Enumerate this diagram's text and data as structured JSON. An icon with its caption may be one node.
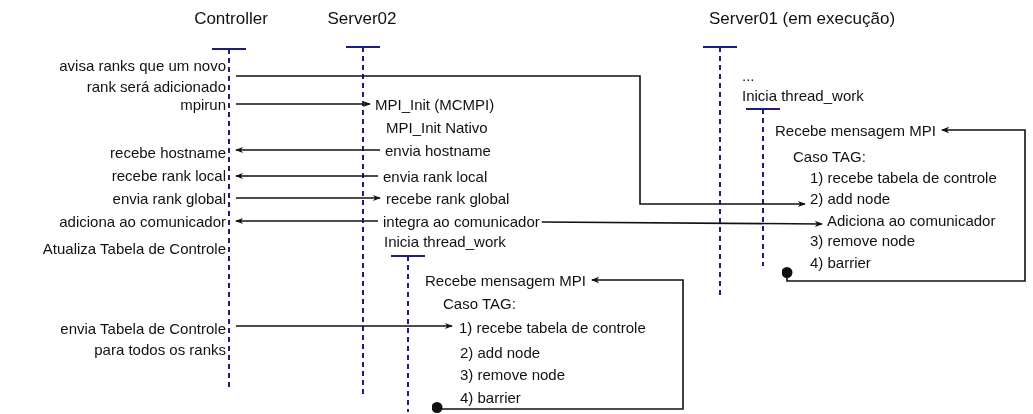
{
  "diagram": {
    "nodes": [
      {
        "text": [
          "avisa ranks que um novo rank será adicionado"
        ]
      },
      {
        "text": [
          "mpirun"
        ]
      },
      {
        "text": [
          "MPI_Init (MCMPI)"
        ]
      },
      {
        "text": [
          "recebe hostname"
        ]
      },
      {
        "text": [
          "envia hostname"
        ]
      },
      {
        "text": [
          "recebe rank local"
        ]
      },
      {
        "text": [
          "envia rank local"
        ]
      },
      {
        "text": [
          "envia rank global"
        ]
      },
      {
        "text": [
          "recebe rank global"
        ]
      },
      {
        "text": [
          "adiciona ao comunicador"
        ]
      },
      {
        "text": [
          "integra ao comunicador"
        ]
      },
      {
        "text": [
          "Adiciona ao comunicador"
        ]
      },
      {
        "text": [
          "Recebe mensagem MPI"
        ]
      },
      {
        "text": [
          "2) add node"
        ]
      },
      {
        "text": [
          "4) barrier"
        ]
      },
      {
        "text": [
          "envia Tabela de Controle para todos os ranks"
        ]
      },
      {
        "text": [
          "Recebe mensagem MPI"
        ]
      },
      {
        "text": [
          "1) recebe tabela de controle"
        ]
      },
      {
        "text": [
          "4) barrier"
        ]
      }
    ],
    "edges": [
      {
        "from": 0,
        "to": 13,
        "arrow": "to"
      },
      {
        "from": 1,
        "to": 2,
        "arrow": "to"
      },
      {
        "from": 4,
        "to": 3,
        "arrow": "to"
      },
      {
        "from": 6,
        "to": 5,
        "arrow": "to"
      },
      {
        "from": 7,
        "to": 8,
        "arrow": "to"
      },
      {
        "from": 10,
        "to": 9,
        "arrow": "to"
      },
      {
        "from": 10,
        "to": 11,
        "arrow": "to"
      },
      {
        "from": 15,
        "to": 17,
        "arrow": "to"
      },
      {
        "from": 14,
        "to": 12,
        "arrow": "to"
      },
      {
        "from": 18,
        "to": 16,
        "arrow": "to"
      }
    ],
    "labels": [
      "Controller",
      "Server02",
      "Server01 (em execução)",
      "...",
      "Inicia thread_work",
      "MPI_Init Nativo",
      "Caso TAG:",
      "1) recebe tabela de controle",
      "3) remove node",
      "Atualiza Tabela de Controle",
      "Inicia thread_work",
      "Caso TAG:",
      "2) add node",
      "3) remove node"
    ]
  }
}
